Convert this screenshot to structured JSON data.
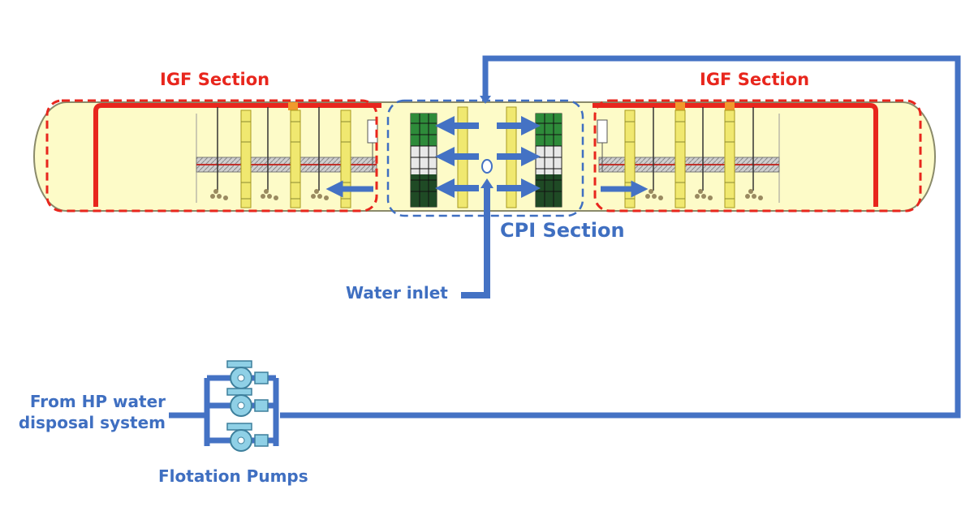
{
  "labels": {
    "igf_left": "IGF Section",
    "igf_right": "IGF Section",
    "cpi": "CPI Section",
    "water_inlet": "Water inlet",
    "source": "From HP water disposal system",
    "pumps": "Flotation Pumps"
  },
  "colors": {
    "vessel_fill": "#fdfbc8",
    "vessel_edge": "#8a8a6a",
    "pipe_blue": "#4472c4",
    "igf_red": "#e8261d",
    "cpi_blue": "#3f6fc1",
    "pack_yellow": "#f0e870",
    "media_green": "#1f6b2a",
    "pump_body": "#8fd0e6"
  },
  "icons": {
    "pump": "centrifugal-pump-icon",
    "arrow": "flow-arrow-icon"
  }
}
